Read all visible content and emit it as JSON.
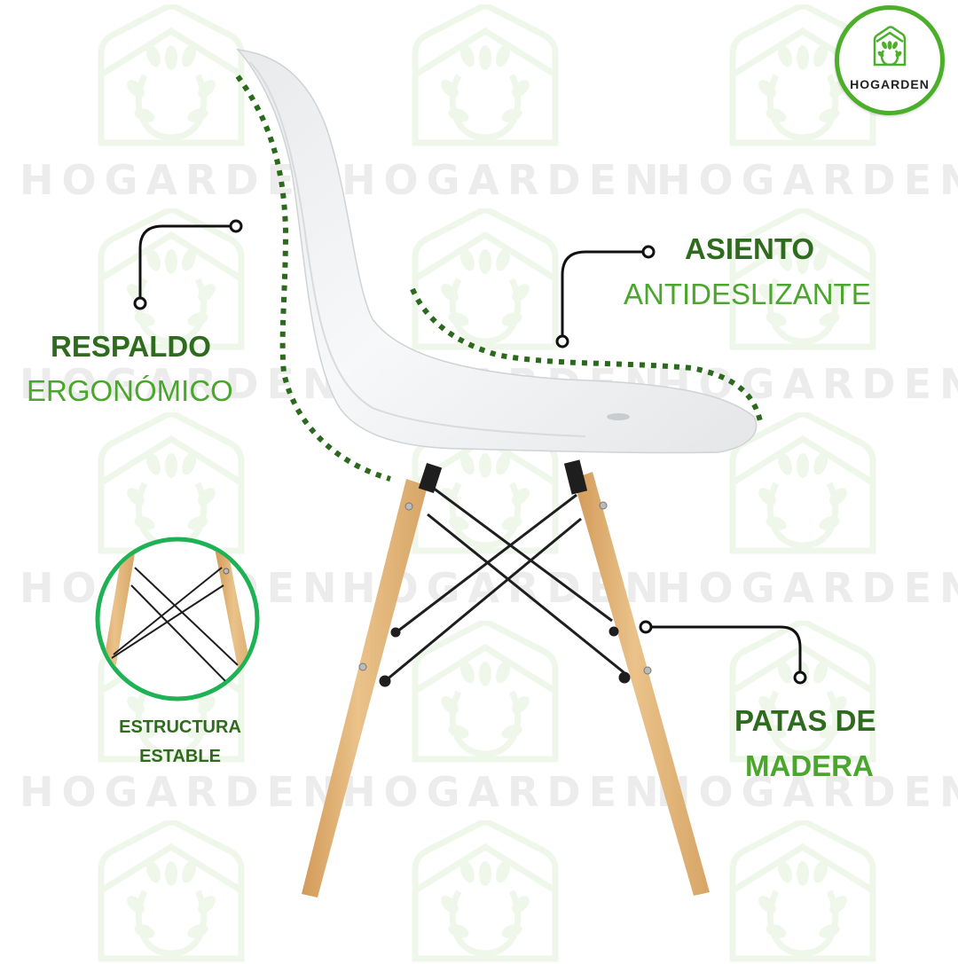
{
  "brand": {
    "name": "HOGARDEN",
    "accent_dark": "#2f6b1e",
    "accent_light": "#4aa62c",
    "logo_ring": "#4caf2a",
    "watermark_text": "HOGARDEN",
    "watermark_text_color": "#ececec",
    "watermark_icon_color": "#eef7ea"
  },
  "features": {
    "backrest": {
      "title": "RESPALDO",
      "subtitle": "ERGONÓMICO"
    },
    "seat": {
      "title": "ASIENTO",
      "subtitle": "ANTIDESLIZANTE"
    },
    "legs": {
      "title": "PATAS DE",
      "subtitle": "MADERA"
    },
    "structure": {
      "line1": "ESTRUCTURA",
      "line2": "ESTABLE"
    }
  },
  "product": {
    "shell_color": "#f4f5f6",
    "wood_color": "#e2b67c",
    "metal_color": "#1e1e1e",
    "dotted_line_color": "#2b6a1c",
    "inset_ring_color": "#1fb254"
  }
}
